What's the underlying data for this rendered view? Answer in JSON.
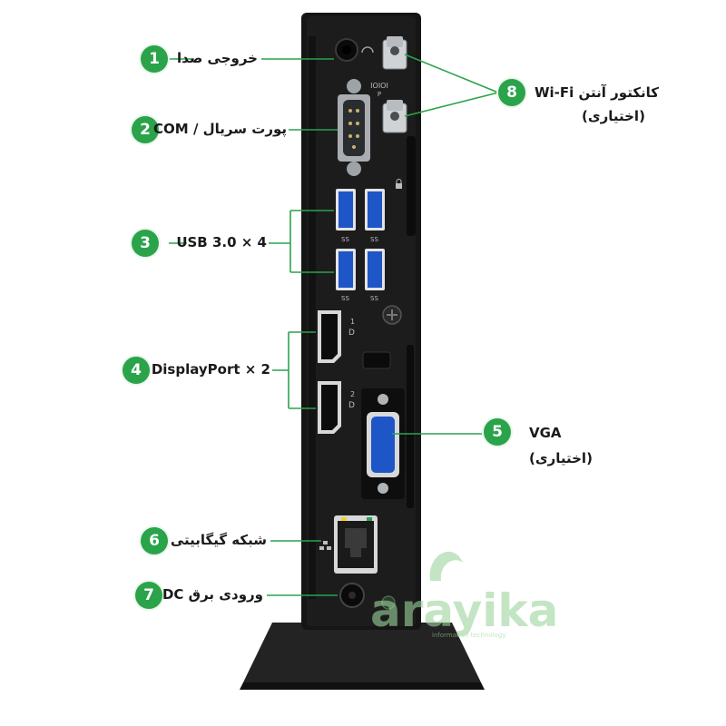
{
  "colors": {
    "accent": "#2aa34a",
    "device": "#141414",
    "port_blue": "#1e56c8",
    "watermark": "#9cd49c"
  },
  "device": {
    "serial_mark": "IOIOI",
    "serial_sub": "P",
    "usb_mark": "SS",
    "dp_num_1": "1",
    "dp_num_2": "2",
    "dp_icon": "D"
  },
  "callouts": [
    {
      "num": "1",
      "text": "خروجی صدا"
    },
    {
      "num": "2",
      "text": "پورت سریال / COM"
    },
    {
      "num": "3",
      "text": "USB 3.0 × 4"
    },
    {
      "num": "4",
      "text": "DisplayPort × 2"
    },
    {
      "num": "5",
      "text": "VGA",
      "text2": "(اختیاری)"
    },
    {
      "num": "6",
      "text": "شبکه گیگابیتی"
    },
    {
      "num": "7",
      "text": "ورودی برق DC"
    },
    {
      "num": "8",
      "text": "کانکتور آنتن Wi-Fi",
      "text2": "(اختیاری)"
    }
  ],
  "watermark": {
    "brand": "arayika",
    "tagline": "information technology"
  }
}
